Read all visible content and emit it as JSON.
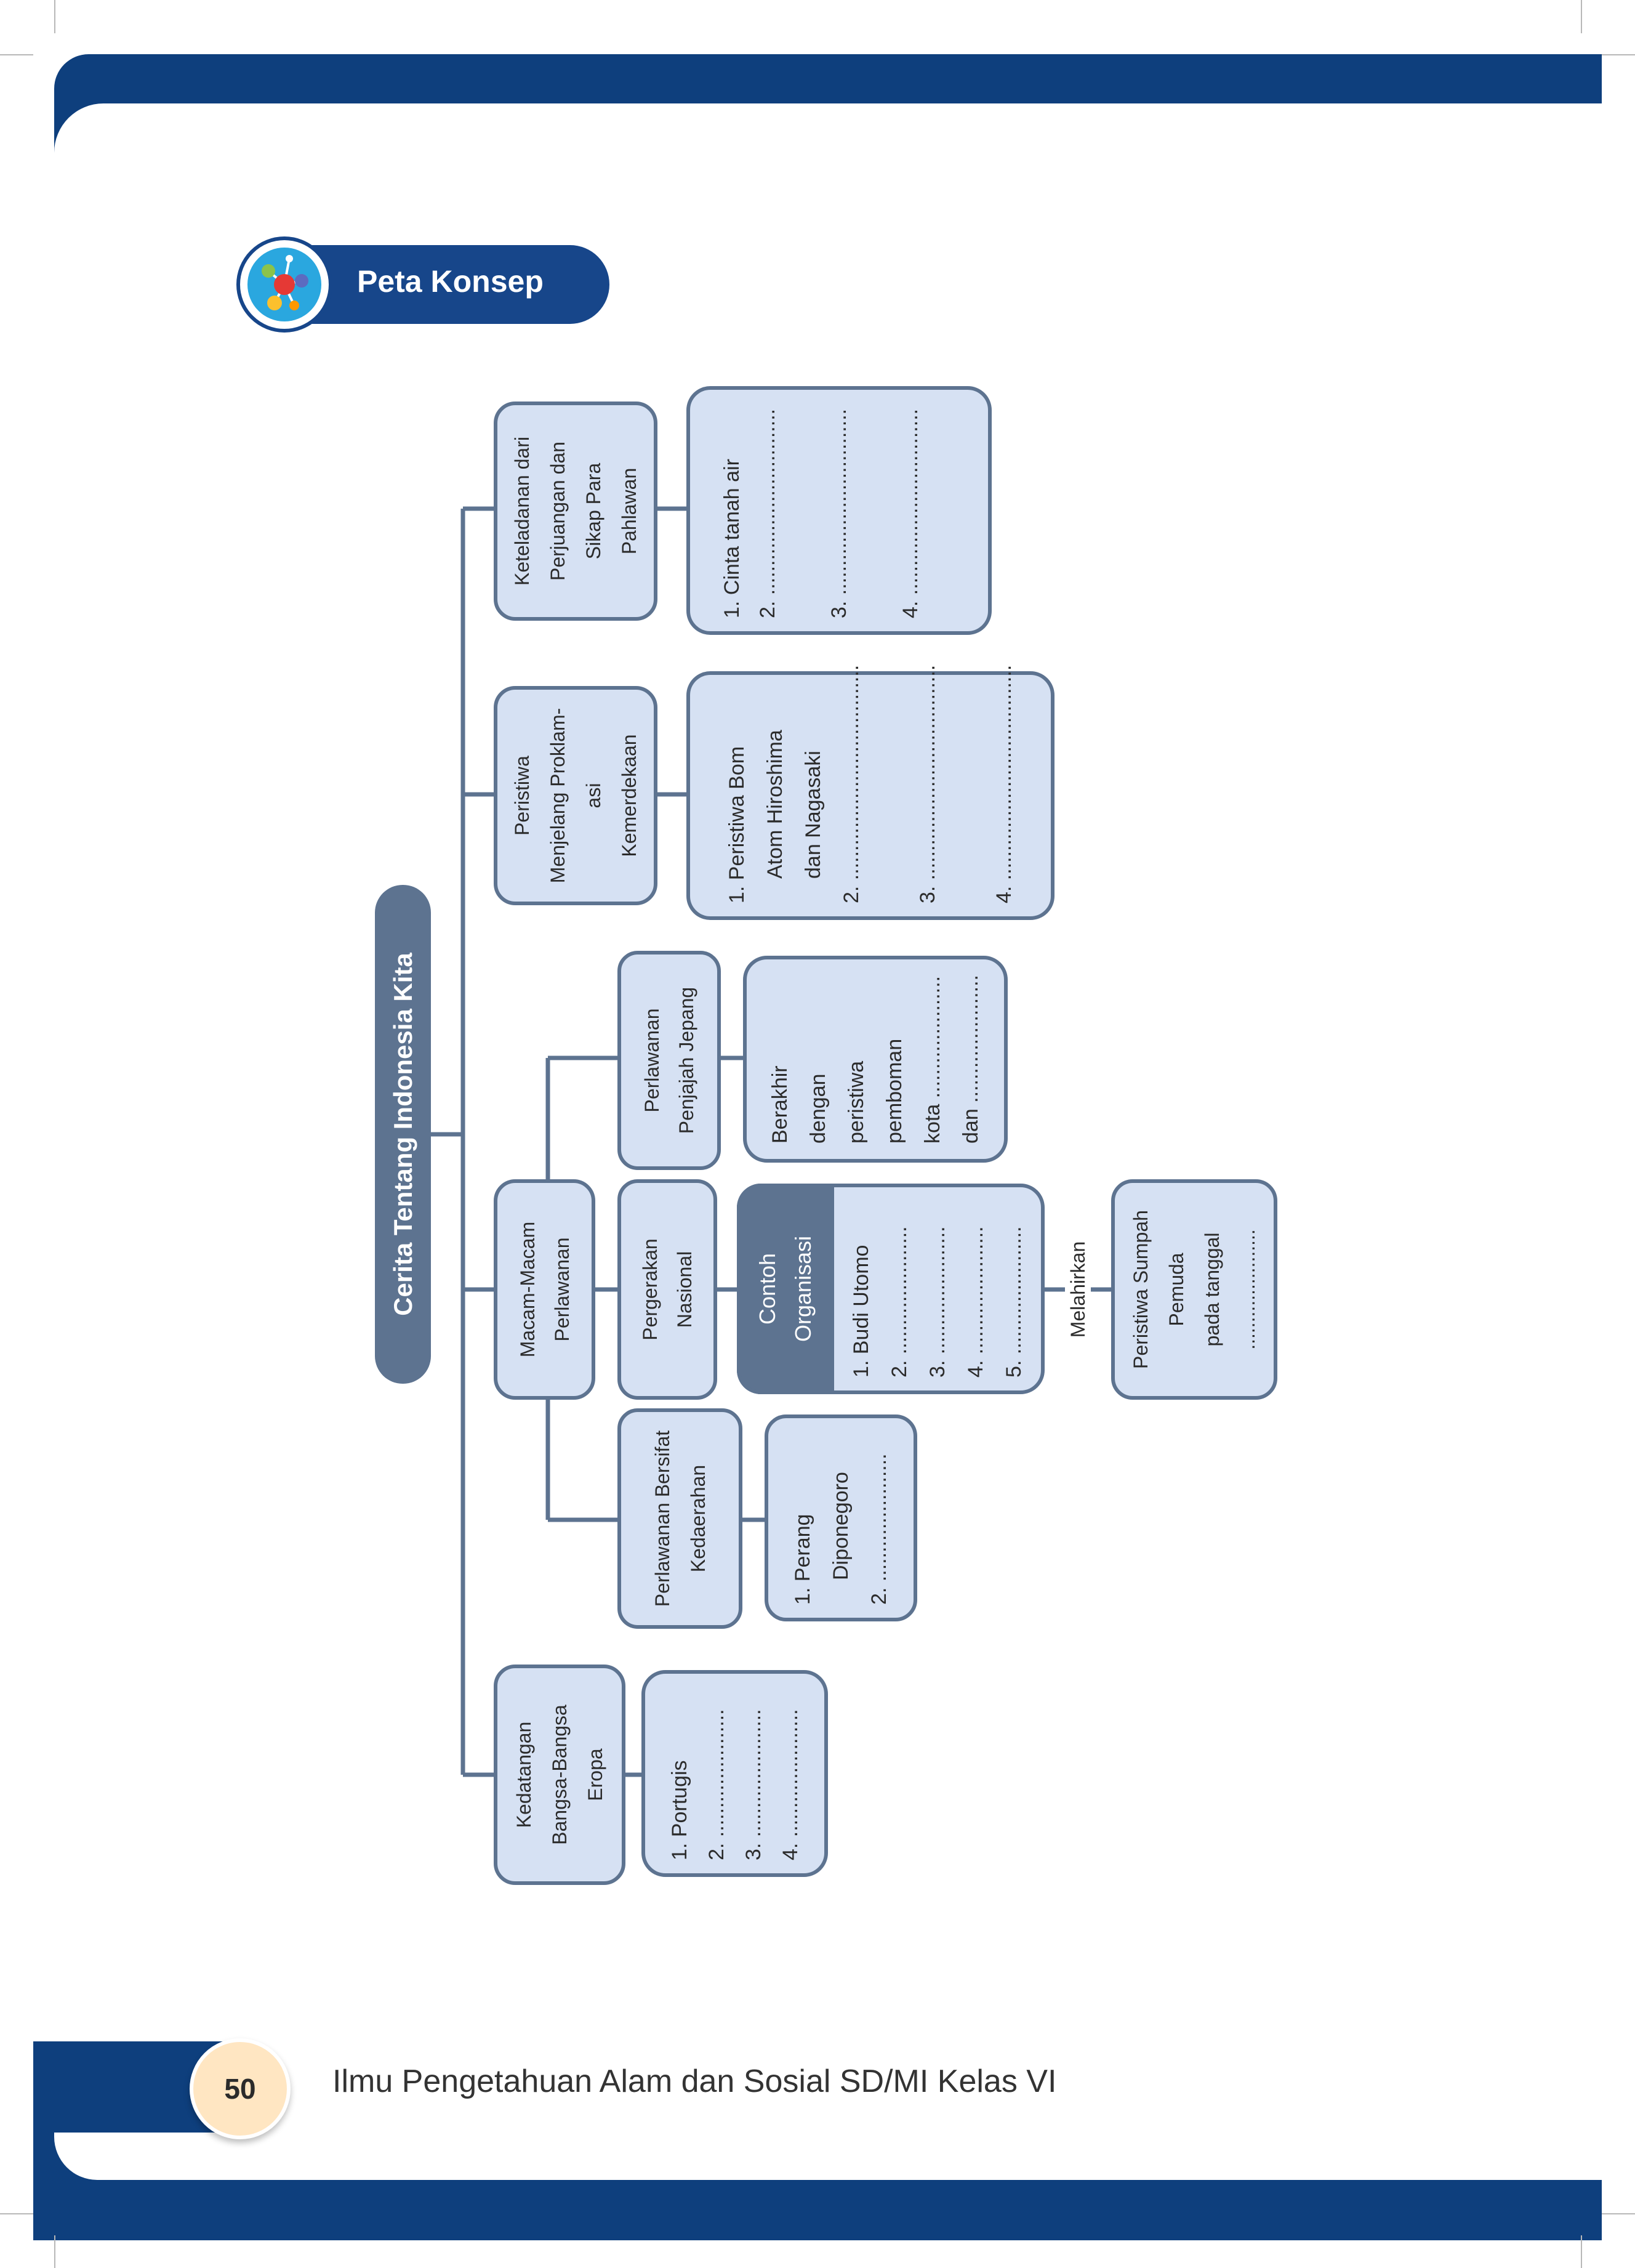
{
  "header": {
    "title": "Peta Konsep",
    "icon": "concept-map-icon"
  },
  "colors": {
    "brand_dark": "#0e3f7d",
    "box_fill": "#d6e1f3",
    "box_stroke": "#5d7390",
    "dark_slate": "#5d7390",
    "page_bg": "#ffffff",
    "page_badge": "#ffe6c2"
  },
  "root": {
    "label": "Cerita Tentang Indonesia Kita"
  },
  "branches": {
    "eropa": {
      "label": [
        "Kedatangan",
        "Bangsa-Bangsa",
        "Eropa"
      ],
      "items": [
        "1. Portugis",
        "2. ......................",
        "3. ......................",
        "4. ......................"
      ]
    },
    "perlawanan": {
      "label": [
        "Macam-Macam",
        "Perlawanan"
      ],
      "kedaerahan": {
        "label": [
          "Perlawanan Bersifat",
          "Kedaerahan"
        ],
        "items": [
          "1. Perang",
          "Diponegoro",
          "2. ......................"
        ]
      },
      "nasional": {
        "label": [
          "Pergerakan",
          "Nasional"
        ],
        "contoh_title": [
          "Contoh",
          "Organisasi"
        ],
        "items": [
          "1. Budi Utomo",
          "2. ......................",
          "3. ......................",
          "4. ......................",
          "5. ......................"
        ],
        "connector": "Melahirkan",
        "sumpah": [
          "Peristiwa Sumpah",
          "Pemuda",
          "pada tanggal",
          "......................"
        ]
      },
      "jepang": {
        "label": [
          "Perlawanan",
          "Penjajah Jepang"
        ],
        "items": [
          "Berakhir",
          "dengan",
          "peristiwa",
          "pemboman",
          "kota .....................",
          "dan ......................"
        ]
      }
    },
    "proklamasi": {
      "label": [
        "Peristiwa",
        "Menjelang Proklam-",
        "asi",
        "Kemerdekaan"
      ],
      "items": [
        "1. Peristiwa Bom",
        "Atom Hiroshima",
        "dan Nagasaki",
        "2. .....................................",
        "",
        "3. .....................................",
        "",
        "4. ....................................."
      ]
    },
    "keteladanan": {
      "label": [
        "Keteladanan dari",
        "Perjuangan dan",
        "Sikap Para",
        "Pahlawan"
      ],
      "items": [
        "1. Cinta tanah air",
        "2. ................................",
        "",
        "3. ................................",
        "",
        "4. ................................",
        ""
      ]
    }
  },
  "footer": {
    "page_number": "50",
    "book_title": "Ilmu Pengetahuan Alam dan Sosial SD/MI Kelas VI"
  }
}
